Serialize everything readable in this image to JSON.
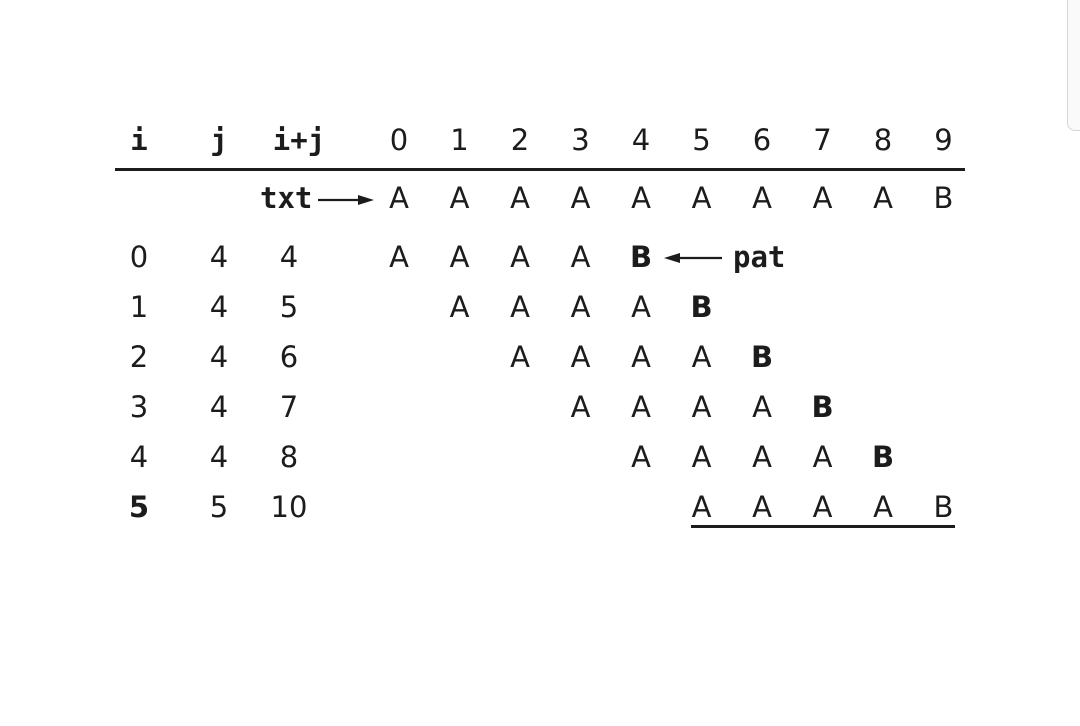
{
  "header": {
    "i_label": "i",
    "j_label": "j",
    "ij_label": "i+j",
    "indices": [
      "0",
      "1",
      "2",
      "3",
      "4",
      "5",
      "6",
      "7",
      "8",
      "9"
    ]
  },
  "txt_label": "txt",
  "pat_label": "pat",
  "text": [
    "A",
    "A",
    "A",
    "A",
    "A",
    "A",
    "A",
    "A",
    "A",
    "B"
  ],
  "rows": [
    {
      "i": "0",
      "j": "4",
      "ij": "4",
      "start": 0,
      "chars": [
        "A",
        "A",
        "A",
        "A",
        "B"
      ],
      "bold_index": 4,
      "i_bold": false,
      "underline": false
    },
    {
      "i": "1",
      "j": "4",
      "ij": "5",
      "start": 1,
      "chars": [
        "A",
        "A",
        "A",
        "A",
        "B"
      ],
      "bold_index": 4,
      "i_bold": false,
      "underline": false
    },
    {
      "i": "2",
      "j": "4",
      "ij": "6",
      "start": 2,
      "chars": [
        "A",
        "A",
        "A",
        "A",
        "B"
      ],
      "bold_index": 4,
      "i_bold": false,
      "underline": false
    },
    {
      "i": "3",
      "j": "4",
      "ij": "7",
      "start": 3,
      "chars": [
        "A",
        "A",
        "A",
        "A",
        "B"
      ],
      "bold_index": 4,
      "i_bold": false,
      "underline": false
    },
    {
      "i": "4",
      "j": "4",
      "ij": "8",
      "start": 4,
      "chars": [
        "A",
        "A",
        "A",
        "A",
        "B"
      ],
      "bold_index": 4,
      "i_bold": false,
      "underline": false
    },
    {
      "i": "5",
      "j": "5",
      "ij": "10",
      "start": 5,
      "chars": [
        "A",
        "A",
        "A",
        "A",
        "B"
      ],
      "bold_index": -1,
      "i_bold": true,
      "underline": true
    }
  ]
}
